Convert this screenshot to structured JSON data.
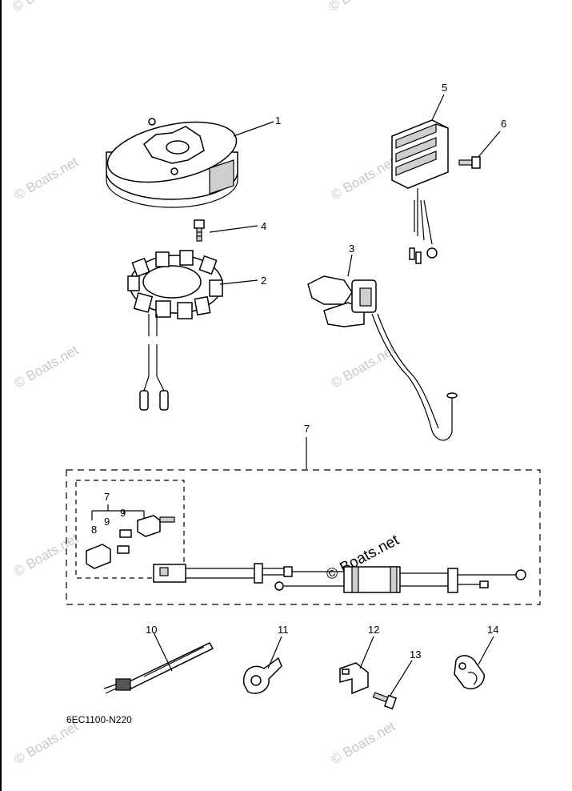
{
  "callouts": [
    "1",
    "2",
    "3",
    "4",
    "5",
    "6",
    "7",
    "7",
    "8",
    "9",
    "9",
    "10",
    "11",
    "12",
    "13",
    "14"
  ],
  "diagram_code": "6EC1100-N220",
  "watermark": "© Boats.net",
  "colors": {
    "line": "#000000",
    "watermark": "#c8c8c8",
    "part_fill": "#cfcfcf"
  }
}
